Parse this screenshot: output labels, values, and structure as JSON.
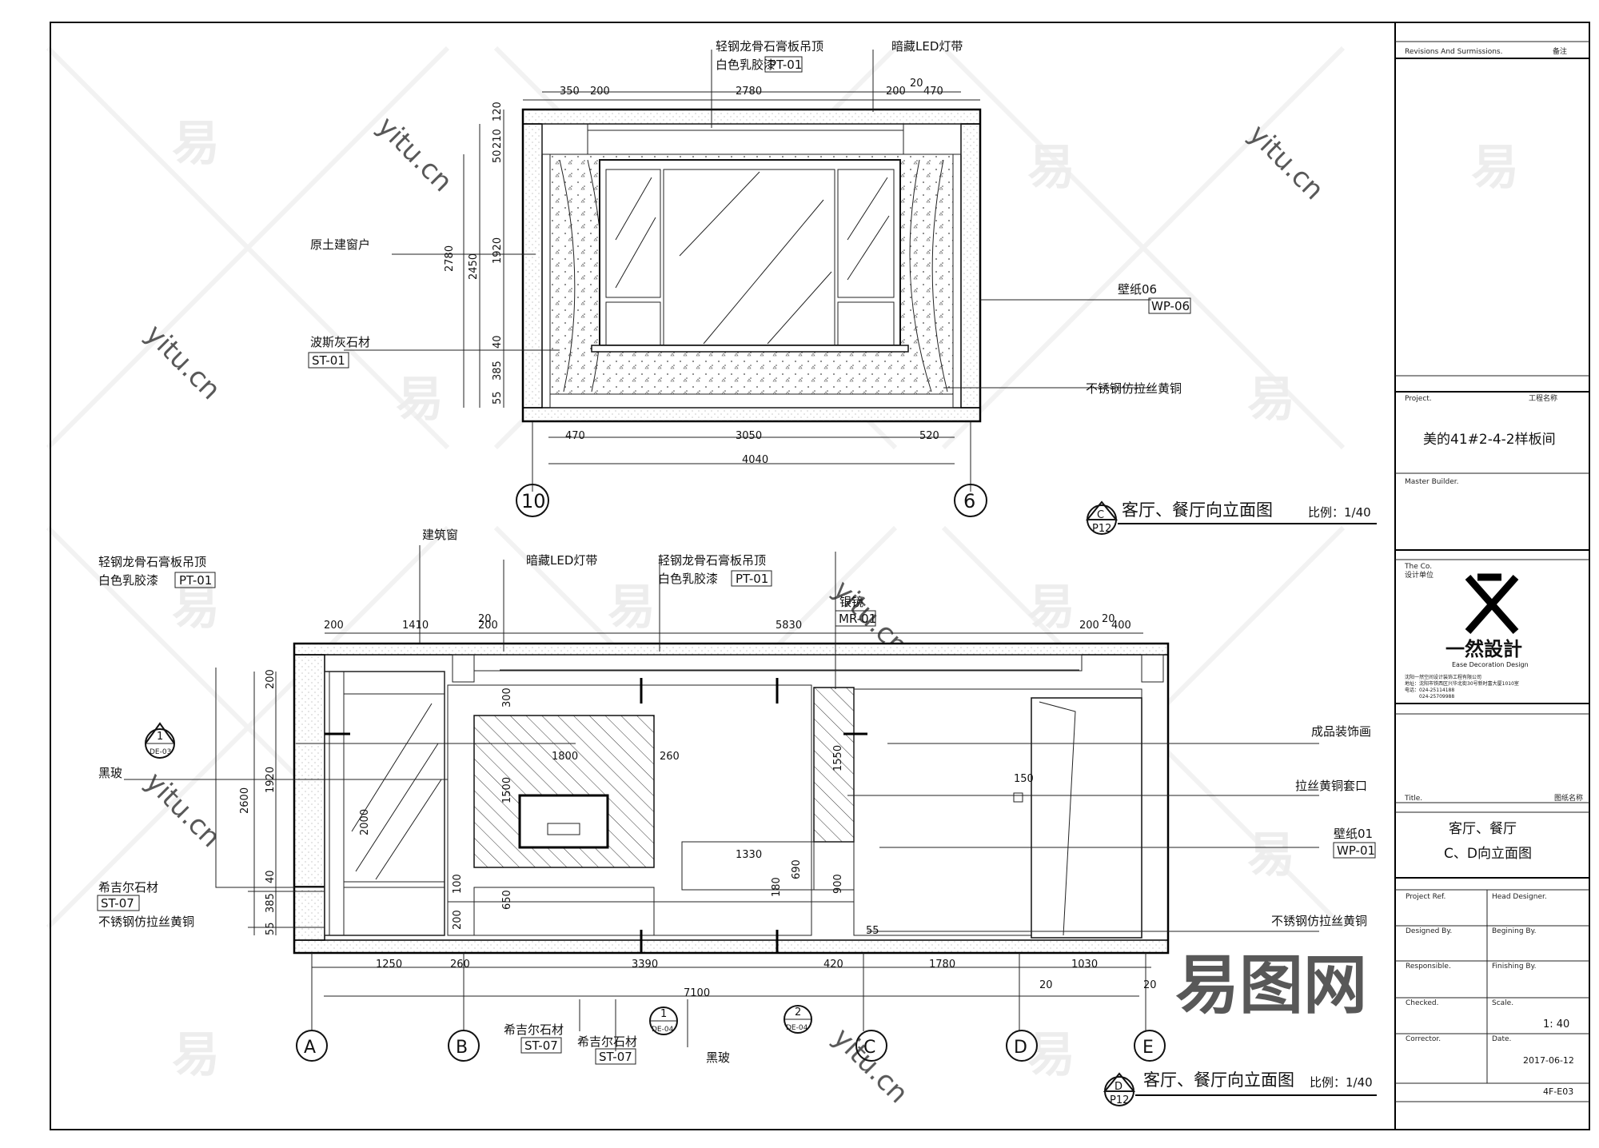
{
  "elevation_c": {
    "labels": {
      "ceiling_material": "轻钢龙骨石膏板吊顶",
      "ceiling_finish": "白色乳胶漆",
      "ceiling_tag": "PT-01",
      "led_strip": "暗藏LED灯带",
      "window_original": "原土建窗户",
      "stone_persian": "波斯灰石材",
      "stone_tag": "ST-01",
      "wallpaper": "壁纸06",
      "wallpaper_tag": "WP-06",
      "steel_trim": "不锈钢仿拉丝黄铜"
    },
    "dims_top": [
      "350",
      "200",
      "2780",
      "200",
      "20",
      "470"
    ],
    "dims_left": [
      "120",
      "210",
      "50",
      "1920",
      "40",
      "385",
      "55"
    ],
    "dim_2780": "2780",
    "dim_2450": "2450",
    "dims_bottom": [
      "470",
      "3050",
      "520"
    ],
    "dim_total": "4040",
    "grid_left": "10",
    "grid_right": "6",
    "caption": "客厅、餐厅向立面图",
    "scale": "比例：1/40",
    "symbol_letter": "C",
    "symbol_sheet": "P12"
  },
  "elevation_d": {
    "labels": {
      "building_window": "建筑窗",
      "ceiling_material": "轻钢龙骨石膏板吊顶",
      "ceiling_finish": "白色乳胶漆",
      "ceiling_tag": "PT-01",
      "led_strip": "暗藏LED灯带",
      "ceiling_material_2": "轻钢龙骨石膏板吊顶",
      "ceiling_finish_2": "白色乳胶漆",
      "ceiling_tag_2": "PT-01",
      "mirror": "银镜",
      "mirror_tag": "MR-01",
      "black_glass": "黑玻",
      "hijer_stone": "希吉尔石材",
      "hijer_tag": "ST-07",
      "steel_trim": "不锈钢仿拉丝黄铜",
      "art_decor": "成品装饰画",
      "brass_trim": "拉丝黄铜套口",
      "wallpaper": "壁纸01",
      "wallpaper_tag": "WP-01",
      "steel_trim_right": "不锈钢仿拉丝黄铜",
      "hijer_stone_b1": "希吉尔石材",
      "hijer_tag_b1": "ST-07",
      "hijer_stone_b2": "希吉尔石材",
      "hijer_tag_b2": "ST-07",
      "black_glass_bottom": "黑玻"
    },
    "dims_top": [
      "200",
      "1410",
      "20",
      "200",
      "5830",
      "200",
      "20",
      "400"
    ],
    "dims_left": [
      "200",
      "2600",
      "1920",
      "40",
      "385",
      "55"
    ],
    "dims_inner": [
      "300",
      "1800",
      "260",
      "1500",
      "2000",
      "1550",
      "150",
      "1330",
      "100",
      "650",
      "200",
      "180",
      "690",
      "900",
      "55"
    ],
    "dims_bottom": [
      "1250",
      "260",
      "3390",
      "420",
      "1780",
      "1030"
    ],
    "dim_total": "7100",
    "dims_small": [
      "20",
      "20"
    ],
    "grid": [
      "A",
      "B",
      "C",
      "D",
      "E"
    ],
    "section_1": {
      "num": "1",
      "sheet": "DE-03"
    },
    "section_1b": {
      "num": "1",
      "sheet": "DE-04"
    },
    "section_2": {
      "num": "2",
      "sheet": "DE-04"
    },
    "caption": "客厅、餐厅向立面图",
    "scale": "比例：1/40",
    "symbol_letter": "D",
    "symbol_sheet": "P12"
  },
  "title_block": {
    "revisions_label": "Revisions  And  Surmissions.",
    "remarks": "备注",
    "project_label": "Project.",
    "project_cn": "工程名称",
    "project_name": "美的41#2-4-2样板间",
    "master_builder": "Master  Builder.",
    "company_label": "The  Co.",
    "company_cn": "设计单位",
    "company_name_cn": "一然設計",
    "company_name_en": "Ease Decoration Design",
    "company_info_1": "沈阳一然空间设计装饰工程有限公司",
    "company_info_2": "地址：沈阳市铁西区兴华北街30号新时富大厦1010室",
    "company_info_3": "电话：024-25114188",
    "company_info_4": "024-25709988",
    "title_label": "Title.",
    "title_cn": "图纸名称",
    "drawing_title_1": "客厅、餐厅",
    "drawing_title_2": "C、D向立面图",
    "project_ref": "Project  Ref.",
    "head_designer": "Head  Designer.",
    "designed_by": "Designed  By.",
    "begining_by": "Begining  By.",
    "responsible": "Responsible.",
    "finishing_by": "Finishing  By.",
    "checked": "Checked.",
    "scale_label": "Scale.",
    "scale_value": "1: 40",
    "corrector": "Corrector.",
    "date_label": "Date.",
    "date_value": "2017-06-12",
    "drawing_no": "4F-E03"
  },
  "watermark": {
    "glyph": "易",
    "site": "yitu.cn",
    "brand": "易图网"
  }
}
